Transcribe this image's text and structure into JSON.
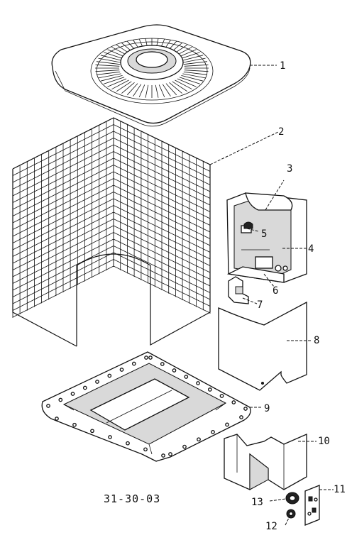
{
  "diagram": {
    "callouts": [
      {
        "id": "1",
        "label": "1"
      },
      {
        "id": "2",
        "label": "2"
      },
      {
        "id": "3",
        "label": "3"
      },
      {
        "id": "4",
        "label": "4"
      },
      {
        "id": "5",
        "label": "5"
      },
      {
        "id": "6",
        "label": "6"
      },
      {
        "id": "7",
        "label": "7"
      },
      {
        "id": "8",
        "label": "8"
      },
      {
        "id": "9",
        "label": "9"
      },
      {
        "id": "10",
        "label": "10"
      },
      {
        "id": "11",
        "label": "11"
      },
      {
        "id": "12",
        "label": "12"
      },
      {
        "id": "13",
        "label": "13"
      }
    ],
    "drawing_number": "31-30-03"
  }
}
